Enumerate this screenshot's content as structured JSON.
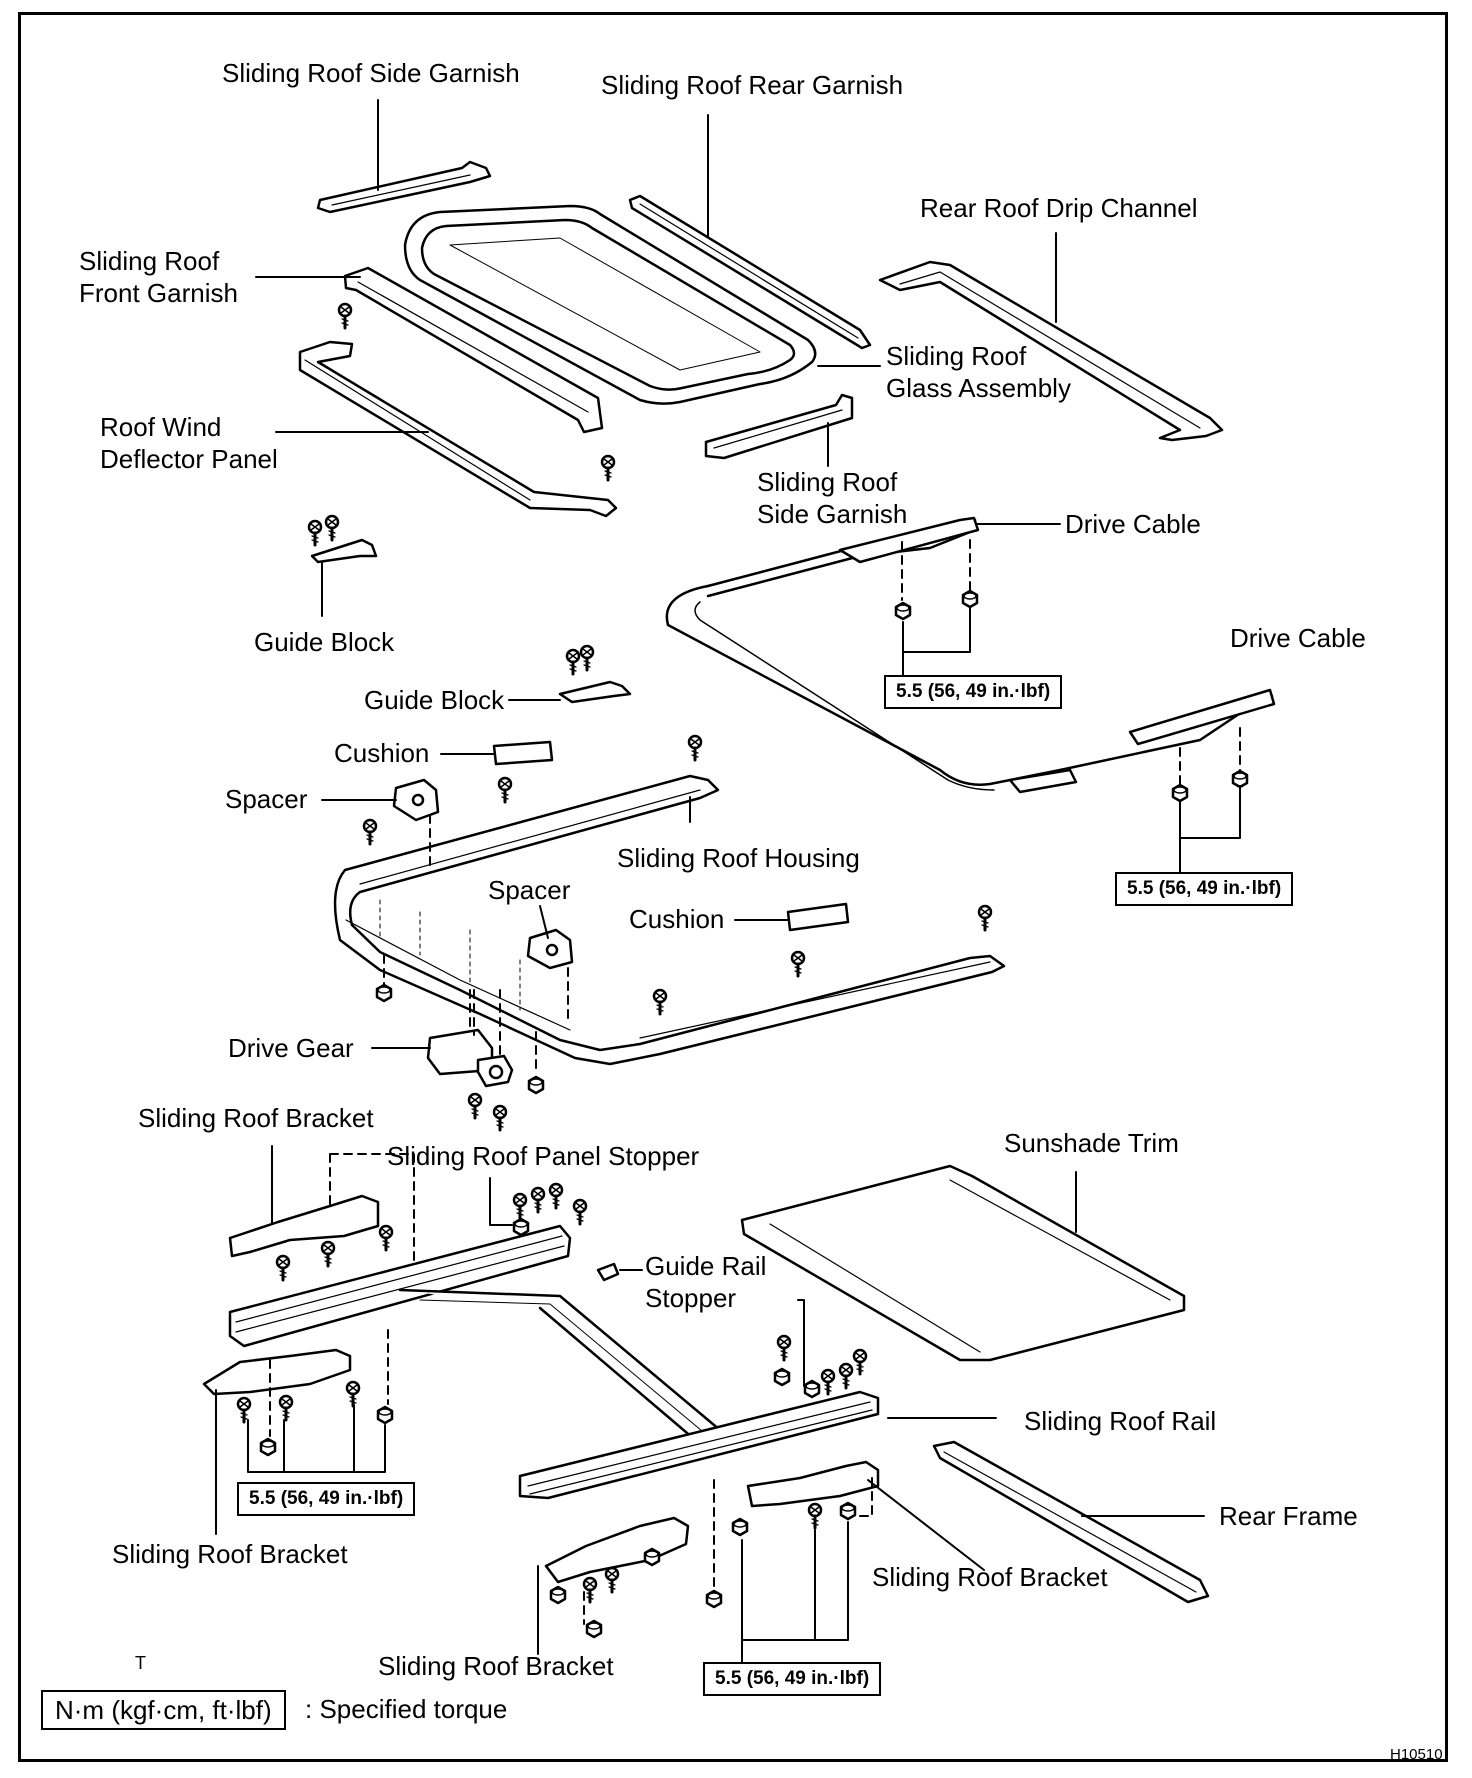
{
  "labels": {
    "side_garnish_top": "Sliding Roof Side Garnish",
    "rear_garnish": "Sliding Roof Rear Garnish",
    "rear_drip_channel": "Rear Roof Drip Channel",
    "front_garnish_1": "Sliding Roof",
    "front_garnish_2": "Front Garnish",
    "glass_assembly_1": "Sliding Roof",
    "glass_assembly_2": "Glass Assembly",
    "wind_deflector_1": "Roof Wind",
    "wind_deflector_2": "Deflector Panel",
    "side_garnish_mid_1": "Sliding Roof",
    "side_garnish_mid_2": "Side Garnish",
    "drive_cable_top": "Drive Cable",
    "guide_block_left": "Guide Block",
    "drive_cable_right": "Drive Cable",
    "guide_block_mid": "Guide Block",
    "cushion_top": "Cushion",
    "spacer_left": "Spacer",
    "housing": "Sliding Roof Housing",
    "spacer_mid": "Spacer",
    "cushion_mid": "Cushion",
    "drive_gear": "Drive Gear",
    "bracket_top_left": "Sliding Roof Bracket",
    "panel_stopper": "Sliding Roof Panel Stopper",
    "sunshade_trim": "Sunshade Trim",
    "guide_rail_stopper_1": "Guide Rail",
    "guide_rail_stopper_2": "Stopper",
    "rail": "Sliding Roof Rail",
    "rear_frame": "Rear Frame",
    "bracket_bottom_left": "Sliding Roof Bracket",
    "bracket_bottom_right": "Sliding Roof Bracket",
    "bracket_bottom_mid": "Sliding Roof Bracket"
  },
  "torque": {
    "drive_cable_top": "5.5 (56, 49 in.·lbf)",
    "drive_cable_right": "5.5 (56, 49 in.·lbf)",
    "bracket_left": "5.5 (56, 49 in.·lbf)",
    "bracket_right": "5.5 (56, 49 in.·lbf)"
  },
  "legend": {
    "box": "N·m (kgf·cm, ft·lbf)",
    "text": ": Specified torque"
  },
  "figure_code": "H10510",
  "t_mark": "T"
}
